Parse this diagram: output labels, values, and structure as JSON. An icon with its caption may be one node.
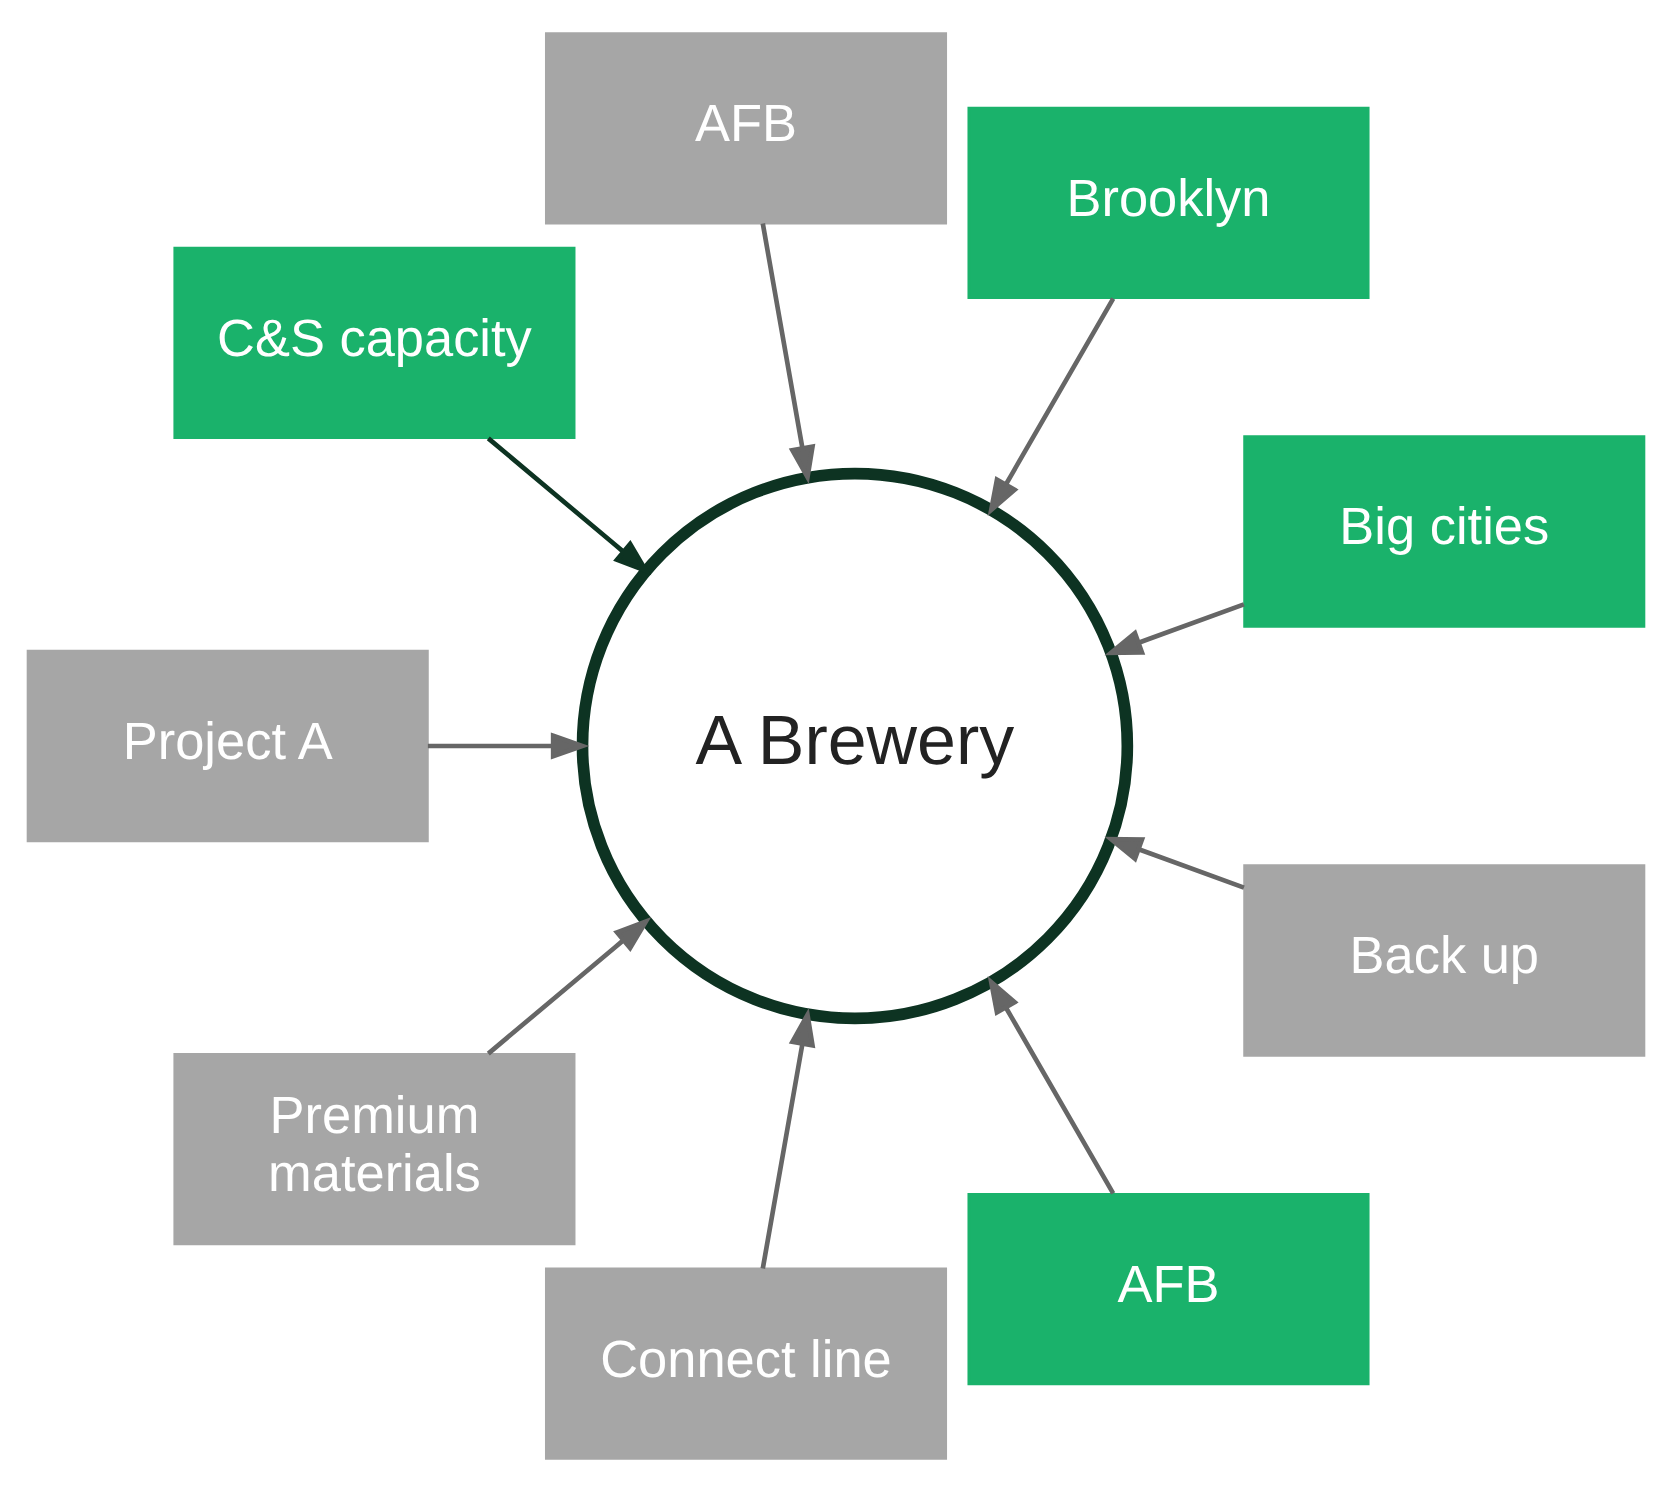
{
  "diagram": {
    "nodes": [
      {
        "text": [
          "Big cities"
        ]
      },
      {
        "text": [
          "Brooklyn"
        ]
      },
      {
        "text": [
          "AFB"
        ]
      },
      {
        "text": [
          "C&S capacity"
        ]
      },
      {
        "text": [
          "A Brewery"
        ]
      },
      {
        "text": [
          "Project A"
        ]
      },
      {
        "text": [
          "Premium materials"
        ]
      },
      {
        "text": [
          "Connect line"
        ]
      },
      {
        "text": [
          "AFB"
        ]
      },
      {
        "text": [
          "Back up"
        ]
      }
    ],
    "edges": [
      {
        "from": 0,
        "to": 4,
        "arrow": "to"
      },
      {
        "from": 1,
        "to": 4,
        "arrow": "to"
      },
      {
        "from": 2,
        "to": 4,
        "arrow": "to"
      },
      {
        "from": 3,
        "to": 4,
        "arrow": "to",
        "color": "#0d3322"
      },
      {
        "from": 5,
        "to": 4,
        "arrow": "to"
      },
      {
        "from": 6,
        "to": 4,
        "arrow": "to"
      },
      {
        "from": 7,
        "to": 4,
        "arrow": "to"
      },
      {
        "from": 8,
        "to": 4,
        "arrow": "to"
      },
      {
        "from": 9,
        "to": 4,
        "arrow": "to"
      }
    ]
  }
}
